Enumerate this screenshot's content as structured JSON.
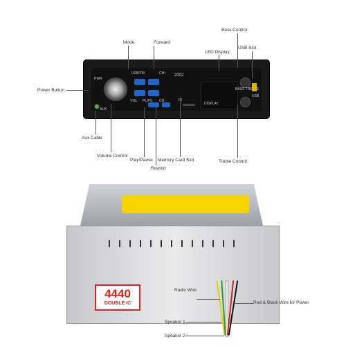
{
  "callouts": {
    "mode": "Mode",
    "forward": "Forward",
    "bass_control": "Bass Control",
    "led_display": "LED Display",
    "usb_slot": "USB Slot",
    "power_button": "Power Button",
    "aux_cable": "Aux Cable",
    "volume_control": "Volume Control",
    "play_pause": "Play/Pause",
    "rewind": "Rewind",
    "memory_card_slot": "Memory Card Slot",
    "treble_control": "Treble Control",
    "radio_wire": "Radio Wire",
    "red_black_wire": "Red & Black Wire for Power",
    "speaker_1": "Speaker 1",
    "speaker_2": "Speaker 2"
  },
  "panel_labels": {
    "pwr": "PWR",
    "usb_fm": "USB/FM",
    "ch_plus": "CH+",
    "model": "2002",
    "display": "DISPLAY",
    "bass_treble": "BASS TREBLE",
    "usb": "USB",
    "aux": "AUX",
    "vol": "VOL",
    "pl_ps": "PL/PS",
    "ch_minus": "CH-",
    "ir": "IR"
  },
  "sticker": {
    "number": "4440",
    "text": "DOUBLE IC"
  },
  "colors": {
    "button_blue": "#1e66c8",
    "sticker_red": "#d22222",
    "usb_yellow": "#d8b400"
  }
}
